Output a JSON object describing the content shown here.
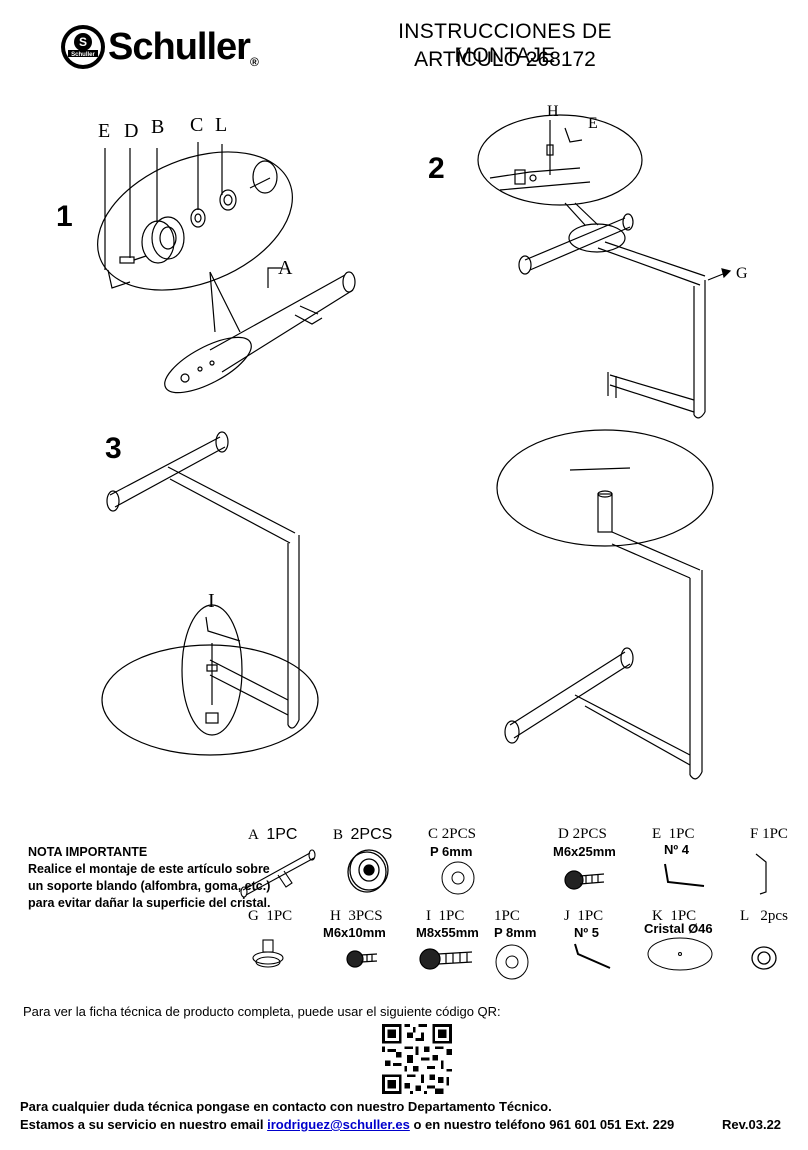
{
  "header": {
    "brand": "Schuller",
    "brand_mark": "®",
    "seal_text": "Schuller",
    "title_line1": "INSTRUCCIONES DE MONTAJE",
    "title_line2": "ARTÍCULO  268172"
  },
  "steps": {
    "step1": {
      "number": "1",
      "callouts": [
        "E",
        "D",
        "B",
        "C",
        "L",
        "A"
      ]
    },
    "step2": {
      "number": "2",
      "callouts": [
        "H",
        "E",
        "G"
      ]
    },
    "step3": {
      "number": "3",
      "callouts": [
        "I"
      ]
    }
  },
  "note": {
    "title": "NOTA IMPORTANTE",
    "body": "Realice el montaje de este artículo sobre un soporte blando (alfombra, goma, etc.) para evitar dañar la superficie del cristal."
  },
  "parts": [
    {
      "letter": "A",
      "qty": "1PC",
      "spec": ""
    },
    {
      "letter": "B",
      "qty": "2PCS",
      "spec": ""
    },
    {
      "letter": "C",
      "qty": "2PCS",
      "spec": "P 6mm"
    },
    {
      "letter": "D",
      "qty": "2PCS",
      "spec": "M6x25mm"
    },
    {
      "letter": "E",
      "qty": "1PC",
      "spec": "Nº 4"
    },
    {
      "letter": "F",
      "qty": "1PC",
      "spec": ""
    },
    {
      "letter": "G",
      "qty": "1PC",
      "spec": ""
    },
    {
      "letter": "H",
      "qty": "3PCS",
      "spec": "M6x10mm"
    },
    {
      "letter": "I",
      "qty": "1PC",
      "spec": "M8x55mm"
    },
    {
      "letter": "",
      "qty": "1PC",
      "spec": "P 8mm"
    },
    {
      "letter": "J",
      "qty": "1PC",
      "spec": "Nº 5"
    },
    {
      "letter": "K",
      "qty": "1PC",
      "spec": "Cristal Ø46"
    },
    {
      "letter": "L",
      "qty": "2pcs",
      "spec": ""
    }
  ],
  "qr": {
    "text": "Para ver la ficha técnica de producto completa, puede usar el siguiente código QR:"
  },
  "footer": {
    "line1": "Para cualquier duda técnica pongase en contacto con nuestro Departamento Técnico.",
    "line2_prefix": "Estamos a su servicio en nuestro email ",
    "email": "irodriguez@schuller.es",
    "line2_suffix": " o en nuestro teléfono 961 601 051 Ext. 229",
    "revision": "Rev.03.22"
  }
}
